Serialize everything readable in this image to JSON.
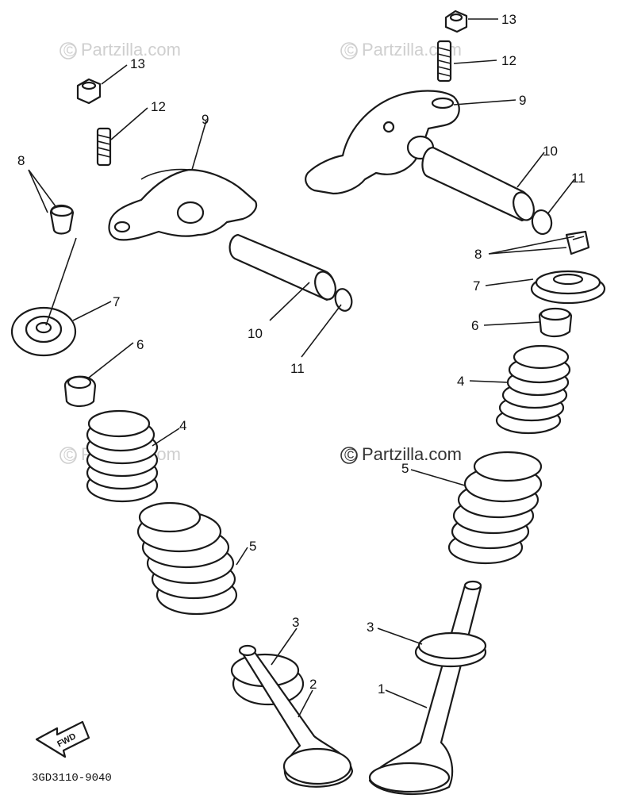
{
  "watermarks": {
    "brand": "Partzilla.com",
    "symbol": "©"
  },
  "callouts": {
    "c13_left": "13",
    "c12_left": "12",
    "c9_left": "9",
    "c8_left": "8",
    "c7_left": "7",
    "c10_left": "10",
    "c11_left": "11",
    "c6_left": "6",
    "c4_left": "4",
    "c5_left": "5",
    "c3_left": "3",
    "c2_left": "2",
    "c13_right": "13",
    "c12_right": "12",
    "c9_right": "9",
    "c10_right": "10",
    "c11_right": "11",
    "c8_right": "8",
    "c7_right": "7",
    "c6_right": "6",
    "c4_right": "4",
    "c5_right": "5",
    "c3_right": "3",
    "c1_right": "1"
  },
  "fwd_label": "FWD",
  "drawing_code": "3GD3110-9040"
}
